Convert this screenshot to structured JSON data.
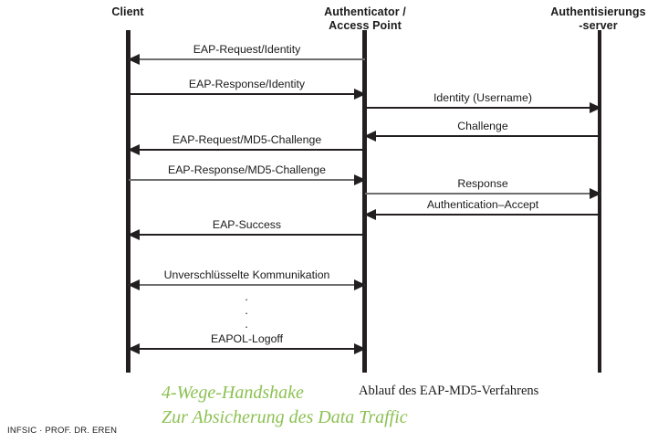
{
  "diagram": {
    "title_caption": "Ablauf des EAP-MD5-Verfahrens",
    "actors": [
      {
        "id": "client",
        "label_line1": "Client",
        "label_line2": ""
      },
      {
        "id": "authenticator",
        "label_line1": "Authenticator /",
        "label_line2": "Access Point"
      },
      {
        "id": "auth_server",
        "label_line1": "Authentisierungs",
        "label_line2": "-server"
      }
    ],
    "messages": [
      {
        "label": "EAP-Request/Identity",
        "from": "authenticator",
        "to": "client",
        "direction": "left",
        "color": "#6e6e6e"
      },
      {
        "label": "EAP-Response/Identity",
        "from": "client",
        "to": "authenticator",
        "direction": "right",
        "color": "#231f20"
      },
      {
        "label": "Identity (Username)",
        "from": "authenticator",
        "to": "auth_server",
        "direction": "right",
        "color": "#231f20"
      },
      {
        "label": "Challenge",
        "from": "auth_server",
        "to": "authenticator",
        "direction": "left",
        "color": "#231f20"
      },
      {
        "label": "EAP-Request/MD5-Challenge",
        "from": "authenticator",
        "to": "client",
        "direction": "left",
        "color": "#231f20"
      },
      {
        "label": "EAP-Response/MD5-Challenge",
        "from": "client",
        "to": "authenticator",
        "direction": "right",
        "color": "#6e6e6e"
      },
      {
        "label": "Response",
        "from": "authenticator",
        "to": "auth_server",
        "direction": "right",
        "color": "#6e6e6e"
      },
      {
        "label": "Authentication–Accept",
        "from": "auth_server",
        "to": "authenticator",
        "direction": "left",
        "color": "#231f20"
      },
      {
        "label": "EAP-Success",
        "from": "authenticator",
        "to": "client",
        "direction": "left",
        "color": "#231f20"
      },
      {
        "label": "Unverschlüsselte Kommunikation",
        "from": "client",
        "to": "authenticator",
        "direction": "both",
        "color": "#6e6e6e"
      },
      {
        "label": "EAPOL-Logoff",
        "from": "client",
        "to": "authenticator",
        "direction": "both",
        "color": "#231f20"
      }
    ],
    "continuation_dots": [
      "·",
      "·",
      "·"
    ]
  },
  "captions": {
    "green_line1": "4-Wege-Handshake",
    "green_line2": "Zur Absicherung des Data Traffic",
    "green_color": "#8cc152",
    "black": "Ablauf des EAP-MD5-Verfahrens"
  },
  "footer": {
    "text": "INFSIC · PROF. DR. EREN"
  }
}
